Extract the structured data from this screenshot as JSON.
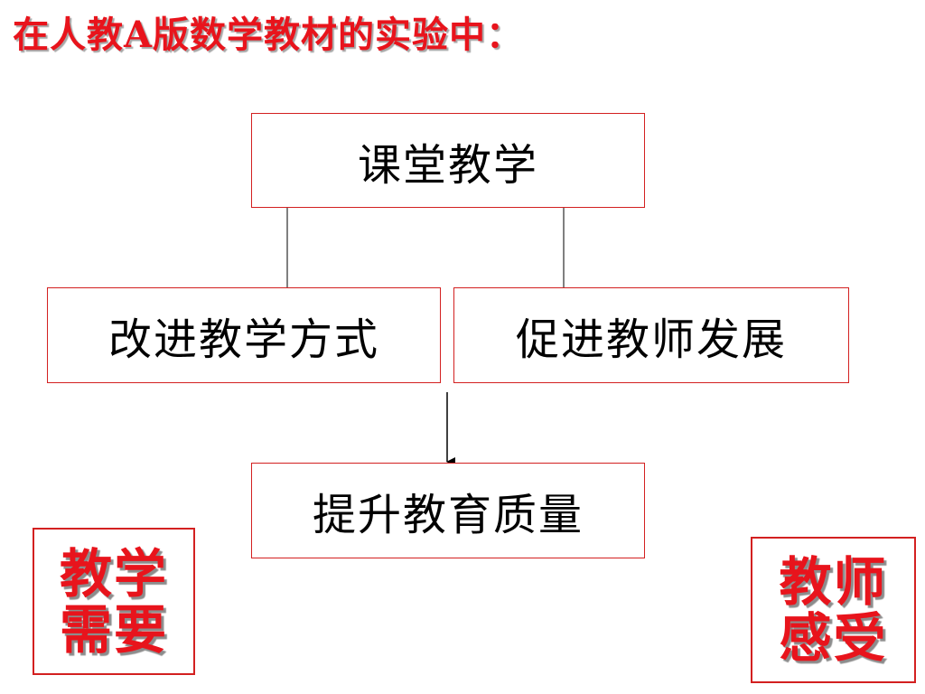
{
  "title": "在人教A版数学教材的实验中：",
  "diagram": {
    "top_box": "课堂教学",
    "left_box": "改进教学方式",
    "right_box": "促进教师发展",
    "bottom_box": "提升教育质量"
  },
  "stamps": {
    "left": {
      "line1": "教学",
      "line2": "需要"
    },
    "right": {
      "line1": "教师",
      "line2": "感受"
    }
  },
  "colors": {
    "title": "#e8141c",
    "box_border": "#d32020",
    "stamp_text": "#e8141c",
    "connector": "#000000"
  }
}
